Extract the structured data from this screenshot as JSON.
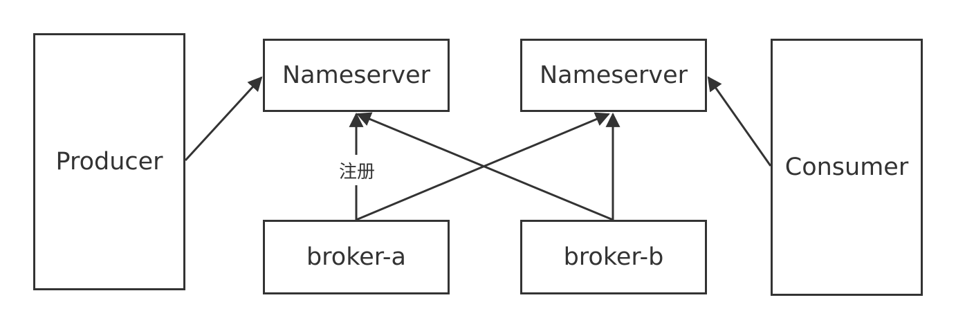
{
  "nodes": {
    "producer": "Producer",
    "nameserver_a": "Nameserver",
    "nameserver_b": "Nameserver",
    "broker_a": "broker-a",
    "broker_b": "broker-b",
    "consumer": "Consumer"
  },
  "edges": {
    "register_label": "注册"
  },
  "colors": {
    "stroke": "#333333",
    "background": "#ffffff"
  }
}
